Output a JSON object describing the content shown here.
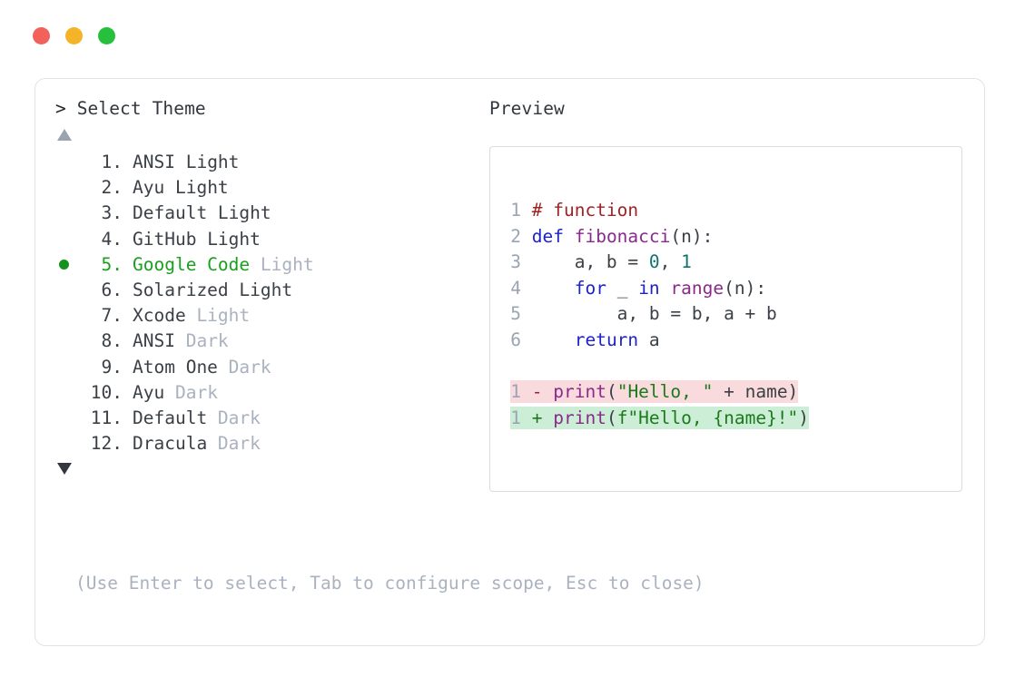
{
  "window": {
    "traffic_lights": [
      {
        "name": "close-button",
        "color": "#f2615c"
      },
      {
        "name": "minimize-button",
        "color": "#f5b427"
      },
      {
        "name": "maximize-button",
        "color": "#26c03c"
      }
    ]
  },
  "prompt": {
    "caret": ">",
    "title": "Select Theme"
  },
  "scroll": {
    "up_icon": "triangle-up",
    "down_icon": "triangle-down",
    "up_color": "#9aa3b0",
    "down_color": "#33373d"
  },
  "selection": {
    "bullet": "●",
    "selected_index": 5,
    "accent": "#17a01d"
  },
  "themes": [
    {
      "num": "1.",
      "name": "ANSI",
      "variant": "Light",
      "variant_muted": false,
      "selected": false
    },
    {
      "num": "2.",
      "name": "Ayu",
      "variant": "Light",
      "variant_muted": false,
      "selected": false
    },
    {
      "num": "3.",
      "name": "Default",
      "variant": "Light",
      "variant_muted": false,
      "selected": false
    },
    {
      "num": "4.",
      "name": "GitHub",
      "variant": "Light",
      "variant_muted": false,
      "selected": false
    },
    {
      "num": "5.",
      "name": "Google Code",
      "variant": "Light",
      "variant_muted": true,
      "selected": true
    },
    {
      "num": "6.",
      "name": "Solarized",
      "variant": "Light",
      "variant_muted": false,
      "selected": false
    },
    {
      "num": "7.",
      "name": "Xcode",
      "variant": "Light",
      "variant_muted": true,
      "selected": false
    },
    {
      "num": "8.",
      "name": "ANSI",
      "variant": "Dark",
      "variant_muted": true,
      "selected": false
    },
    {
      "num": "9.",
      "name": "Atom One",
      "variant": "Dark",
      "variant_muted": true,
      "selected": false
    },
    {
      "num": "10.",
      "name": "Ayu",
      "variant": "Dark",
      "variant_muted": true,
      "selected": false
    },
    {
      "num": "11.",
      "name": "Default",
      "variant": "Dark",
      "variant_muted": true,
      "selected": false
    },
    {
      "num": "12.",
      "name": "Dracula",
      "variant": "Dark",
      "variant_muted": true,
      "selected": false
    }
  ],
  "preview": {
    "label": "Preview",
    "code_lines": [
      {
        "num": "1",
        "tokens": [
          {
            "t": "# function",
            "c": "comment"
          }
        ]
      },
      {
        "num": "2",
        "tokens": [
          {
            "t": "def ",
            "c": "keyword"
          },
          {
            "t": "fibonacci",
            "c": "func"
          },
          {
            "t": "(n):",
            "c": "punct"
          }
        ]
      },
      {
        "num": "3",
        "tokens": [
          {
            "t": "    a, b = ",
            "c": "plain"
          },
          {
            "t": "0",
            "c": "number"
          },
          {
            "t": ", ",
            "c": "plain"
          },
          {
            "t": "1",
            "c": "number"
          }
        ]
      },
      {
        "num": "4",
        "tokens": [
          {
            "t": "    ",
            "c": "plain"
          },
          {
            "t": "for",
            "c": "keyword"
          },
          {
            "t": " _ ",
            "c": "plain"
          },
          {
            "t": "in",
            "c": "keyword"
          },
          {
            "t": " ",
            "c": "plain"
          },
          {
            "t": "range",
            "c": "func"
          },
          {
            "t": "(n):",
            "c": "punct"
          }
        ]
      },
      {
        "num": "5",
        "tokens": [
          {
            "t": "        a, b = b, a + b",
            "c": "plain"
          }
        ]
      },
      {
        "num": "6",
        "tokens": [
          {
            "t": "    ",
            "c": "plain"
          },
          {
            "t": "return",
            "c": "keyword"
          },
          {
            "t": " a",
            "c": "plain"
          }
        ]
      }
    ],
    "diff_lines": [
      {
        "num": "1",
        "kind": "del",
        "sign": "-",
        "tokens": [
          {
            "t": "print",
            "c": "func"
          },
          {
            "t": "(",
            "c": "punct"
          },
          {
            "t": "\"Hello, \"",
            "c": "string"
          },
          {
            "t": " + name)",
            "c": "plain"
          }
        ]
      },
      {
        "num": "1",
        "kind": "add",
        "sign": "+",
        "tokens": [
          {
            "t": "print",
            "c": "func"
          },
          {
            "t": "(",
            "c": "punct"
          },
          {
            "t": "f\"Hello, {name}!\"",
            "c": "string"
          },
          {
            "t": ")",
            "c": "punct"
          }
        ]
      }
    ],
    "colors": {
      "comment": "#9c2426",
      "keyword": "#1f22c8",
      "function": "#8a2a8a",
      "number": "#107373",
      "string": "#1a7a1a",
      "plain": "#3b4047",
      "line_number": "#9aa4b2",
      "diff_del_bg": "#fadbdd",
      "diff_add_bg": "#cdeed6"
    }
  },
  "footer": {
    "hint": "(Use Enter to select, Tab to configure scope, Esc to close)"
  }
}
